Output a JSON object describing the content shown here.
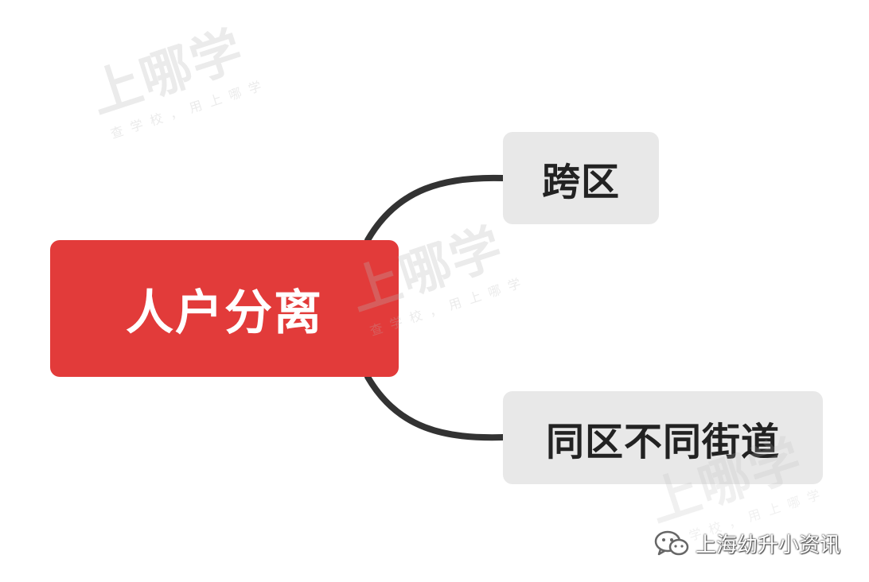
{
  "mindmap": {
    "root": {
      "label": "人户分离",
      "color": "#e23b3a"
    },
    "children": [
      {
        "label": "跨区"
      },
      {
        "label": "同区不同街道"
      }
    ],
    "node_color": "#e8e8e8",
    "connector_color": "#333333"
  },
  "watermark": {
    "main": "上哪学",
    "sub": "查学校，用上哪学"
  },
  "footer": {
    "icon": "wechat-icon",
    "text": "上海幼升小资讯"
  }
}
